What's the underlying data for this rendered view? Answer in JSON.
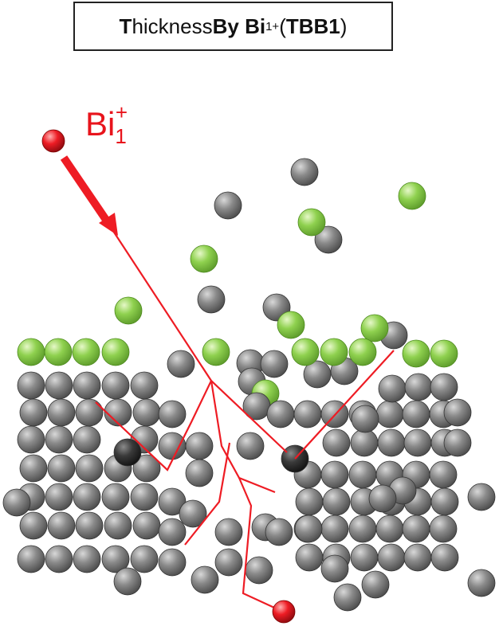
{
  "title": {
    "t_bold": "T",
    "t_rest": "hickness ",
    "by": "By",
    "bi": "Bi",
    "bi_sub": "1",
    "bi_sup": "+",
    "abbr_open": " (",
    "abbr": "TBB1",
    "abbr_close": ")"
  },
  "ion_label": {
    "symbol": "Bi",
    "sub": "1",
    "sup": "+"
  },
  "colors": {
    "ion": "#e8141c",
    "atom_gray": "#7c7c7c",
    "atom_green": "#8fd14f",
    "atom_dark": "#3a3a3a",
    "track": "#ee1c24"
  }
}
